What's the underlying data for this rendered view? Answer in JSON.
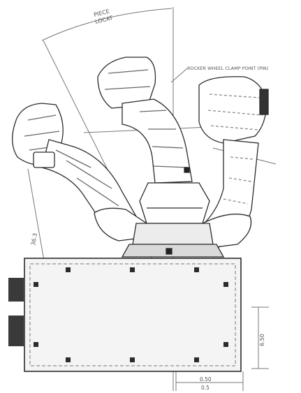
{
  "drawing": {
    "labels": {
      "angle_top": [
        "PIECE",
        "LOCAT"
      ],
      "pivot_note": "ROCKER WHEEL CLAMP POINT (PIN)",
      "dim_left": "36.3",
      "dim_right": "6.50",
      "dim_bottom": [
        "0.50",
        "0.5"
      ]
    },
    "colors": {
      "line": "#2b2b2b",
      "light": "#8a8a8a",
      "box_fill": "#f4f4f4"
    }
  }
}
